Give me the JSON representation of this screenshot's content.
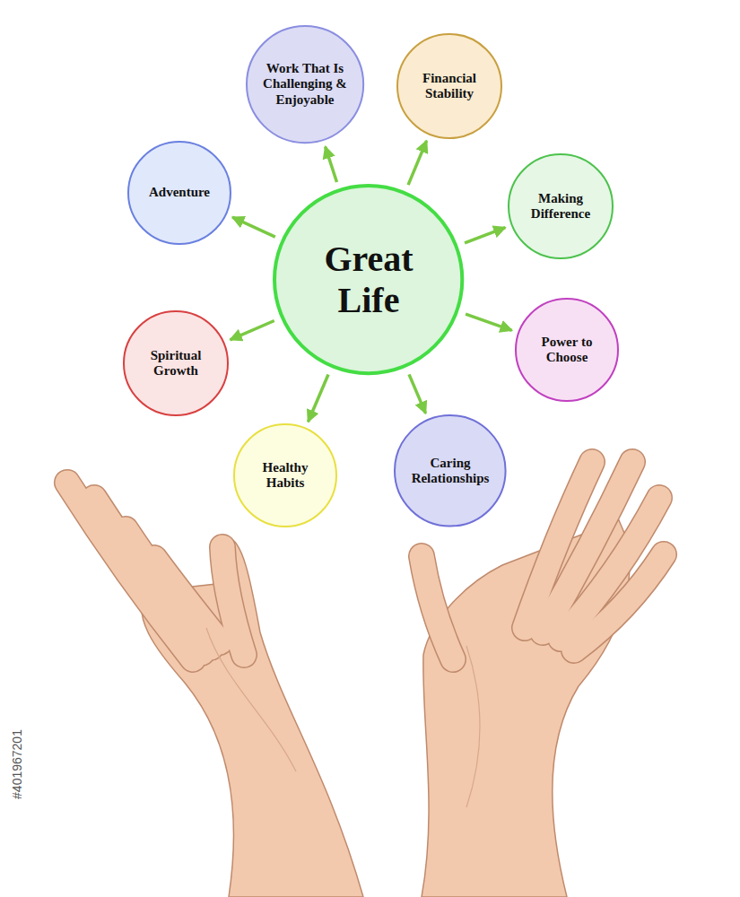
{
  "diagram": {
    "nodes": [
      {
        "text": [
          "Great Life"
        ]
      },
      {
        "text": [
          "Work That Is Challenging & Enjoyable"
        ]
      },
      {
        "text": [
          "Financial Stability"
        ]
      },
      {
        "text": [
          "Making Difference"
        ]
      },
      {
        "text": [
          "Power to Choose"
        ]
      },
      {
        "text": [
          "Caring Relationships"
        ]
      },
      {
        "text": [
          "Healthy Habits"
        ]
      },
      {
        "text": [
          "Spiritual Growth"
        ]
      },
      {
        "text": [
          "Adventure"
        ]
      }
    ],
    "edges": [
      {
        "from": 0,
        "to": 1,
        "arrow": "to"
      },
      {
        "from": 0,
        "to": 2,
        "arrow": "to"
      },
      {
        "from": 0,
        "to": 3,
        "arrow": "to"
      },
      {
        "from": 0,
        "to": 4,
        "arrow": "to"
      },
      {
        "from": 0,
        "to": 5,
        "arrow": "to"
      },
      {
        "from": 0,
        "to": 6,
        "arrow": "to"
      },
      {
        "from": 0,
        "to": 7,
        "arrow": "to"
      },
      {
        "from": 0,
        "to": 8,
        "arrow": "to"
      }
    ],
    "labels": [
      "#401967201"
    ]
  }
}
